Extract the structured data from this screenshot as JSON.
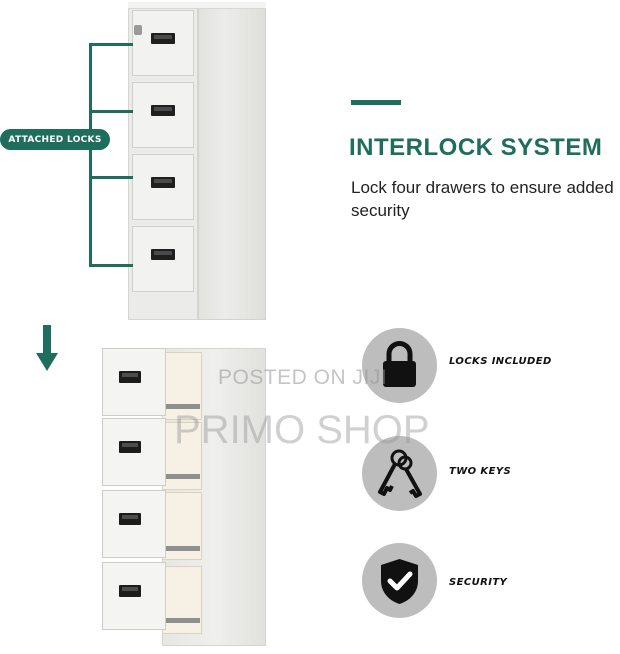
{
  "callout": {
    "attached_locks": "ATTACHED LOCKS"
  },
  "headline": {
    "title": "INTERLOCK SYSTEM",
    "description": "Lock four drawers to ensure added security"
  },
  "features": [
    {
      "label": "LOCKS INCLUDED",
      "icon": "padlock-icon"
    },
    {
      "label": "TWO KEYS",
      "icon": "keys-icon"
    },
    {
      "label": "SECURITY",
      "icon": "shield-check-icon"
    }
  ],
  "watermark": {
    "line1": "POSTED ON JIJI",
    "line2": "PRIMO SHOP"
  },
  "colors": {
    "accent": "#1f6e5d",
    "icon_circle": "#bdbdbd"
  }
}
